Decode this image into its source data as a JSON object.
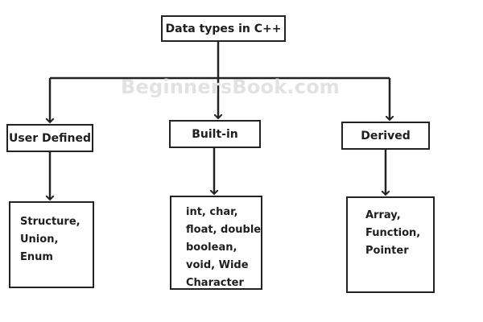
{
  "diagram": {
    "root": {
      "label": "Data types in C++"
    },
    "watermark": "BeginnersBook.com",
    "categories": [
      {
        "label": "User Defined",
        "items": [
          "Structure,",
          "Union,",
          "Enum"
        ]
      },
      {
        "label": "Built-in",
        "items": [
          "int, char,",
          "float, double",
          "boolean,",
          "void, Wide",
          "Character"
        ]
      },
      {
        "label": "Derived",
        "items": [
          "Array,",
          "Function,",
          "Pointer"
        ]
      }
    ],
    "colors": {
      "line": "#222222",
      "text": "#1e1e1e",
      "watermark": "#e2e2e2",
      "background": "#ffffff"
    }
  }
}
